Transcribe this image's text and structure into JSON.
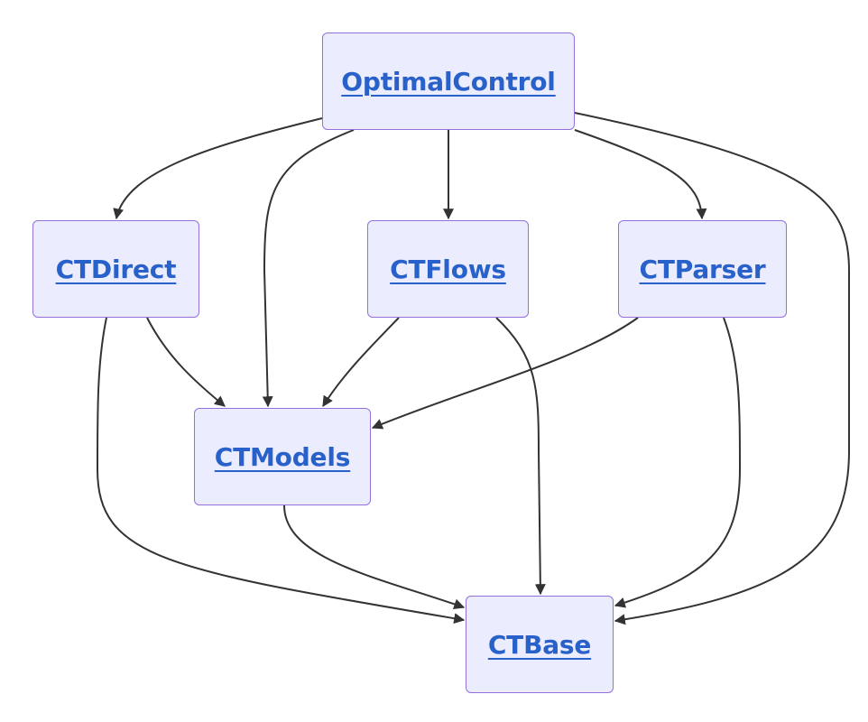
{
  "nodes": {
    "optimal_control": {
      "label": "OptimalControl"
    },
    "ct_direct": {
      "label": "CTDirect"
    },
    "ct_flows": {
      "label": "CTFlows"
    },
    "ct_parser": {
      "label": "CTParser"
    },
    "ct_models": {
      "label": "CTModels"
    },
    "ct_base": {
      "label": "CTBase"
    }
  },
  "edges": [
    {
      "from": "OptimalControl",
      "to": "CTDirect"
    },
    {
      "from": "OptimalControl",
      "to": "CTModels"
    },
    {
      "from": "OptimalControl",
      "to": "CTFlows"
    },
    {
      "from": "OptimalControl",
      "to": "CTParser"
    },
    {
      "from": "OptimalControl",
      "to": "CTBase"
    },
    {
      "from": "CTDirect",
      "to": "CTModels"
    },
    {
      "from": "CTDirect",
      "to": "CTBase"
    },
    {
      "from": "CTFlows",
      "to": "CTModels"
    },
    {
      "from": "CTFlows",
      "to": "CTBase"
    },
    {
      "from": "CTParser",
      "to": "CTModels"
    },
    {
      "from": "CTParser",
      "to": "CTBase"
    },
    {
      "from": "CTModels",
      "to": "CTBase"
    }
  ],
  "colors": {
    "node_fill": "#ececff",
    "node_border": "#9370db",
    "link_text": "#2861c9",
    "edge": "#333333"
  }
}
